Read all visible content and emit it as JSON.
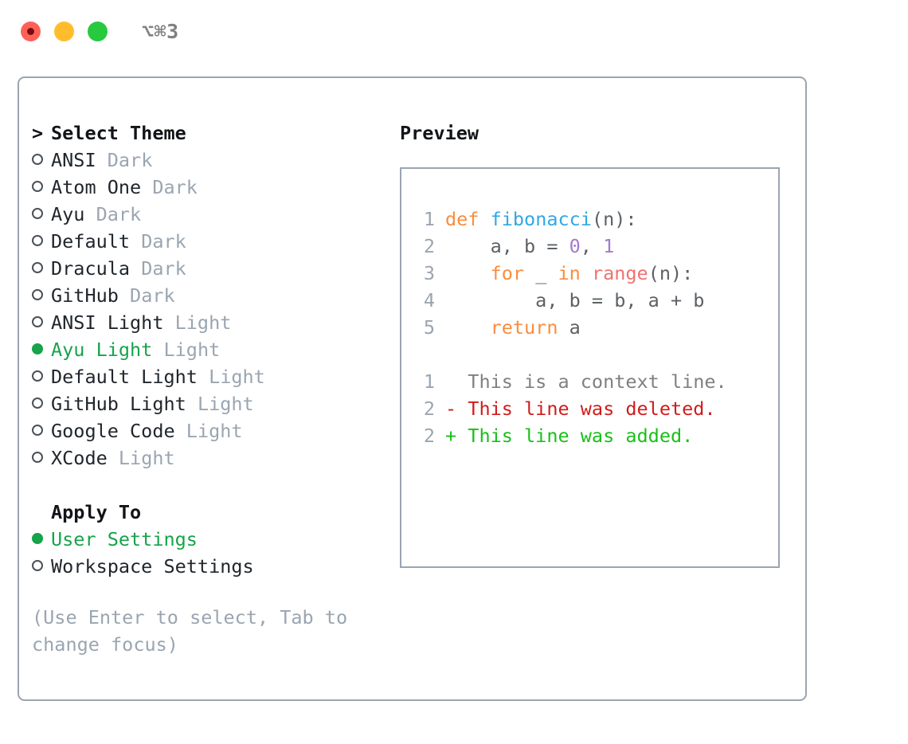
{
  "window": {
    "title": "⌥⌘3",
    "traffic_lights": [
      {
        "name": "close",
        "color": "#FF6159"
      },
      {
        "name": "minimize",
        "color": "#FFBD2E"
      },
      {
        "name": "maximize",
        "color": "#27C93F"
      }
    ]
  },
  "theme_picker": {
    "header_caret": ">",
    "header_label": "Select Theme",
    "themes": [
      {
        "marker": "○",
        "name": "ANSI",
        "variant": "Dark",
        "selected": false
      },
      {
        "marker": "○",
        "name": "Atom One",
        "variant": "Dark",
        "selected": false
      },
      {
        "marker": "○",
        "name": "Ayu",
        "variant": "Dark",
        "selected": false
      },
      {
        "marker": "○",
        "name": "Default",
        "variant": "Dark",
        "selected": false
      },
      {
        "marker": "○",
        "name": "Dracula",
        "variant": "Dark",
        "selected": false
      },
      {
        "marker": "○",
        "name": "GitHub",
        "variant": "Dark",
        "selected": false
      },
      {
        "marker": "○",
        "name": "ANSI Light",
        "variant": "Light",
        "selected": false
      },
      {
        "marker": "●",
        "name": "Ayu Light",
        "variant": "Light",
        "selected": true
      },
      {
        "marker": "○",
        "name": "Default Light",
        "variant": "Light",
        "selected": false
      },
      {
        "marker": "○",
        "name": "GitHub Light",
        "variant": "Light",
        "selected": false
      },
      {
        "marker": "○",
        "name": "Google Code",
        "variant": "Light",
        "selected": false
      },
      {
        "marker": "○",
        "name": "XCode",
        "variant": "Light",
        "selected": false
      }
    ]
  },
  "apply_to": {
    "header_label": "Apply To",
    "options": [
      {
        "marker": "●",
        "label": "User Settings",
        "selected": true
      },
      {
        "marker": "○",
        "label": "Workspace Settings",
        "selected": false
      }
    ]
  },
  "hint": "(Use Enter to select, Tab to change focus)",
  "preview": {
    "title": "Preview",
    "code_lines": [
      {
        "num": "1",
        "tokens": [
          {
            "t": "def",
            "c": "kw"
          },
          {
            "t": " ",
            "c": "plain"
          },
          {
            "t": "fibonacci",
            "c": "fn"
          },
          {
            "t": "(n):",
            "c": "plain"
          }
        ]
      },
      {
        "num": "2",
        "tokens": [
          {
            "t": "    a, b = ",
            "c": "plain"
          },
          {
            "t": "0",
            "c": "num"
          },
          {
            "t": ", ",
            "c": "plain"
          },
          {
            "t": "1",
            "c": "num"
          }
        ]
      },
      {
        "num": "3",
        "tokens": [
          {
            "t": "    ",
            "c": "plain"
          },
          {
            "t": "for",
            "c": "kw"
          },
          {
            "t": " _ ",
            "c": "plain"
          },
          {
            "t": "in",
            "c": "kw"
          },
          {
            "t": " ",
            "c": "plain"
          },
          {
            "t": "range",
            "c": "fnc"
          },
          {
            "t": "(n):",
            "c": "plain"
          }
        ]
      },
      {
        "num": "4",
        "tokens": [
          {
            "t": "        a, b = b, a + b",
            "c": "plain"
          }
        ]
      },
      {
        "num": "5",
        "tokens": [
          {
            "t": "    ",
            "c": "plain"
          },
          {
            "t": "return",
            "c": "kw"
          },
          {
            "t": " a",
            "c": "plain"
          }
        ]
      }
    ],
    "diff_lines": [
      {
        "num": "1",
        "text": "  This is a context line.",
        "kind": "ctx"
      },
      {
        "num": "2",
        "text": "- This line was deleted.",
        "kind": "del"
      },
      {
        "num": "2",
        "text": "+ This line was added.",
        "kind": "add"
      }
    ]
  }
}
